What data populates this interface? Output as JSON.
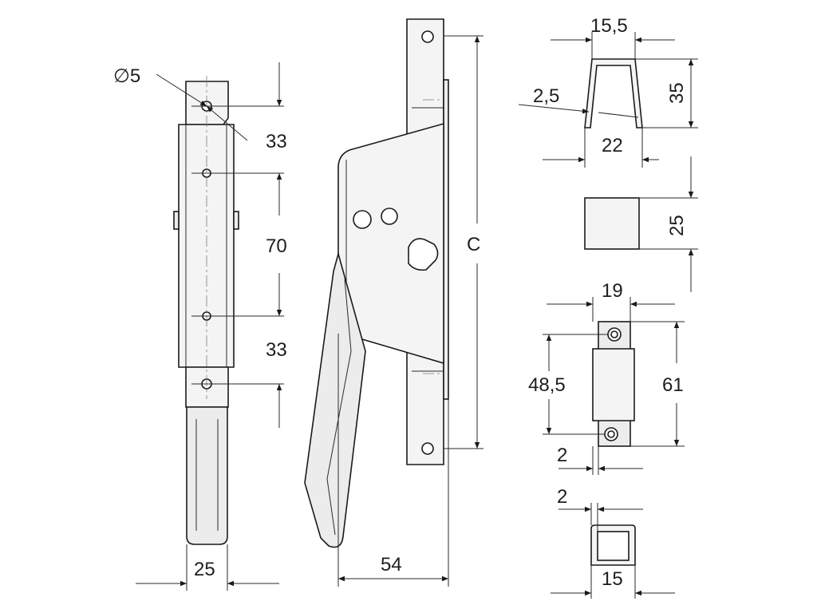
{
  "dimensions": {
    "diameter": "∅5",
    "top_spacing": "33",
    "middle_spacing": "70",
    "bottom_spacing": "33",
    "bar_width": "25",
    "handle_depth": "54",
    "length_c": "C",
    "channel_width_top": "15,5",
    "channel_thickness": "2,5",
    "channel_height": "35",
    "channel_width_bottom": "22",
    "square_size": "25",
    "keeper_width": "19",
    "keeper_hole_spacing": "48,5",
    "keeper_height": "61",
    "keeper_thickness": "2",
    "cap_thickness": "2",
    "cap_width": "15"
  }
}
